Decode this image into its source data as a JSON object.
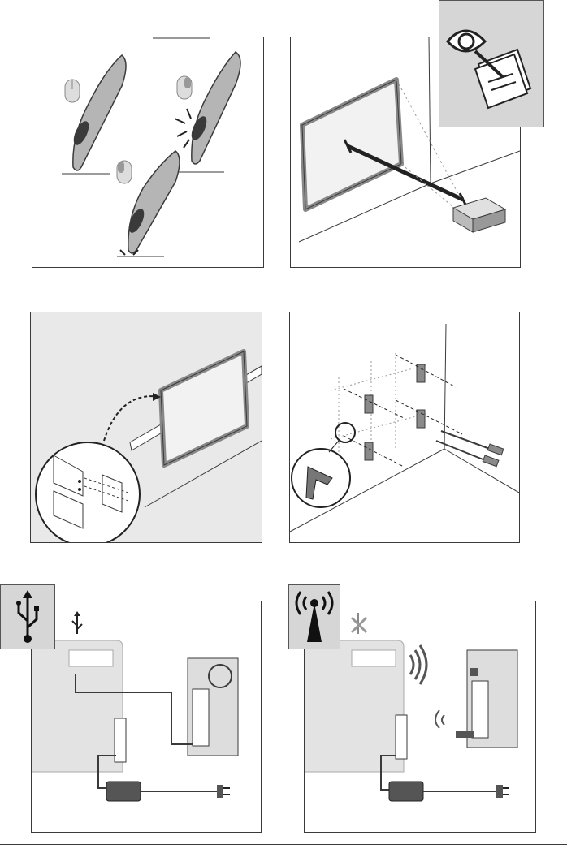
{
  "page": {
    "panels": [
      {
        "id": "pen-usage",
        "description_icon": "pen-icon"
      },
      {
        "id": "projection-distance",
        "description_icon": "eye-manual-icon"
      },
      {
        "id": "rail-mount",
        "description_icon": "bracket-icon"
      },
      {
        "id": "wall-anchors",
        "description_icon": "drill-icon"
      },
      {
        "id": "usb-connection",
        "description_icon": "usb-icon"
      },
      {
        "id": "wireless-connection",
        "description_icon": "antenna-icon"
      }
    ]
  },
  "colors": {
    "line": "#3a3a3a",
    "panel_grey": "#e9e9e9",
    "badge_grey": "#d6d6d6",
    "device_grey": "#8a8a8a",
    "dark": "#2b2b2b"
  }
}
